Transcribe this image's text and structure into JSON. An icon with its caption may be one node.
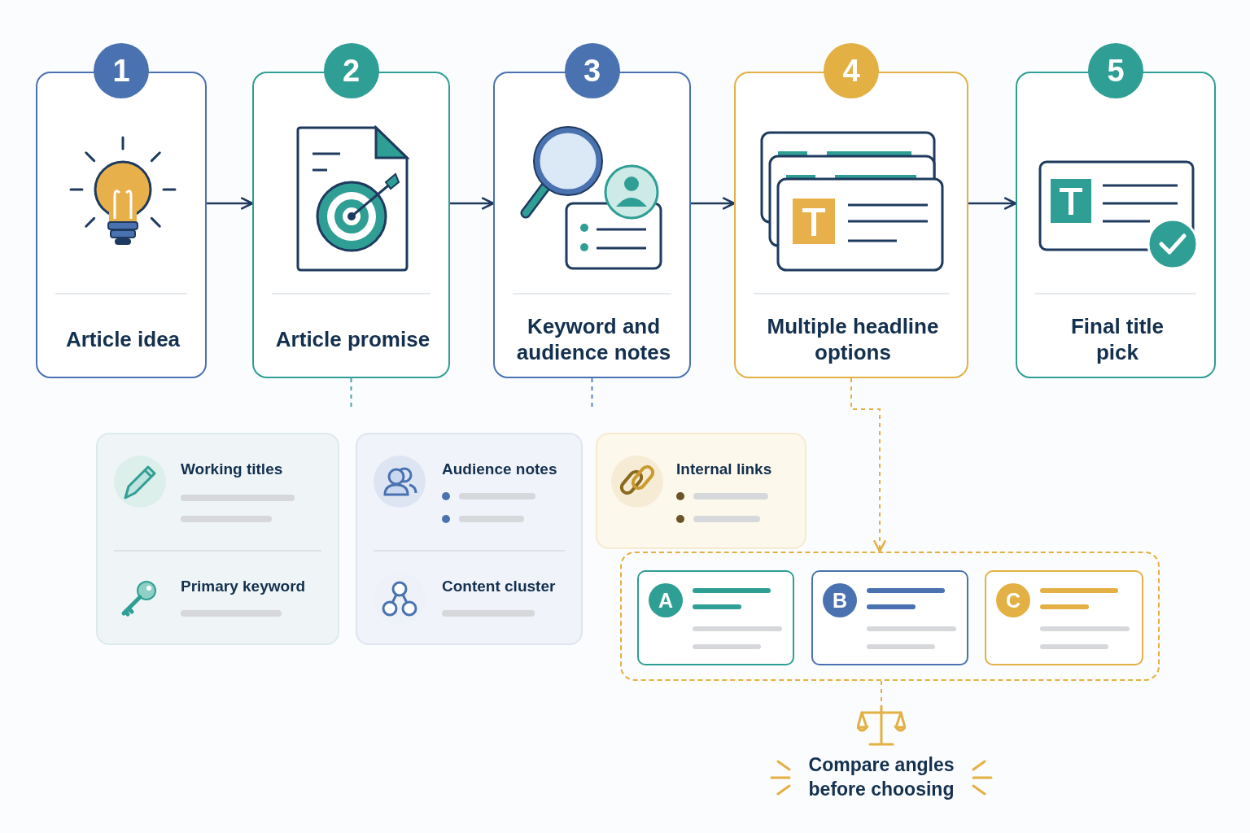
{
  "diagram": {
    "nodes": [
      {
        "text": [
          "1",
          "Article idea"
        ]
      },
      {
        "text": [
          "2",
          "Article promise"
        ]
      },
      {
        "text": [
          "3",
          "Keyword and audience notes"
        ]
      },
      {
        "text": [
          "4",
          "Multiple headline options"
        ]
      },
      {
        "text": [
          "5",
          "Final title pick"
        ]
      },
      {
        "text": [
          "Working titles",
          "Primary keyword"
        ]
      },
      {
        "text": [
          "Audience notes",
          "Content cluster"
        ]
      },
      {
        "text": [
          "Internal links"
        ]
      },
      {
        "text": [],
        "shape": "box"
      },
      {
        "text": [
          "A"
        ],
        "in": 8
      },
      {
        "text": [
          "B"
        ],
        "in": 8
      },
      {
        "text": [
          "C"
        ],
        "in": 8
      },
      {
        "text": [
          "Compare angles before choosing"
        ]
      }
    ],
    "edges": [
      {
        "from": 0,
        "to": 1,
        "arrow": "to"
      },
      {
        "from": 1,
        "to": 2,
        "arrow": "to"
      },
      {
        "from": 2,
        "to": 3,
        "arrow": "to"
      },
      {
        "from": 3,
        "to": 4,
        "arrow": "to"
      },
      {
        "from": 1,
        "to": null,
        "arrow": "none",
        "style": "dashed",
        "color": "#4aa3a6"
      },
      {
        "from": 2,
        "to": null,
        "arrow": "none",
        "style": "dashed",
        "color": "#5b84c0"
      },
      {
        "from": 3,
        "to": 8,
        "arrow": "to",
        "style": "dashed",
        "color": "#e3b043"
      },
      {
        "from": 8,
        "to": 12,
        "arrow": "none",
        "style": "dashed",
        "color": "#e3b043"
      }
    ]
  }
}
